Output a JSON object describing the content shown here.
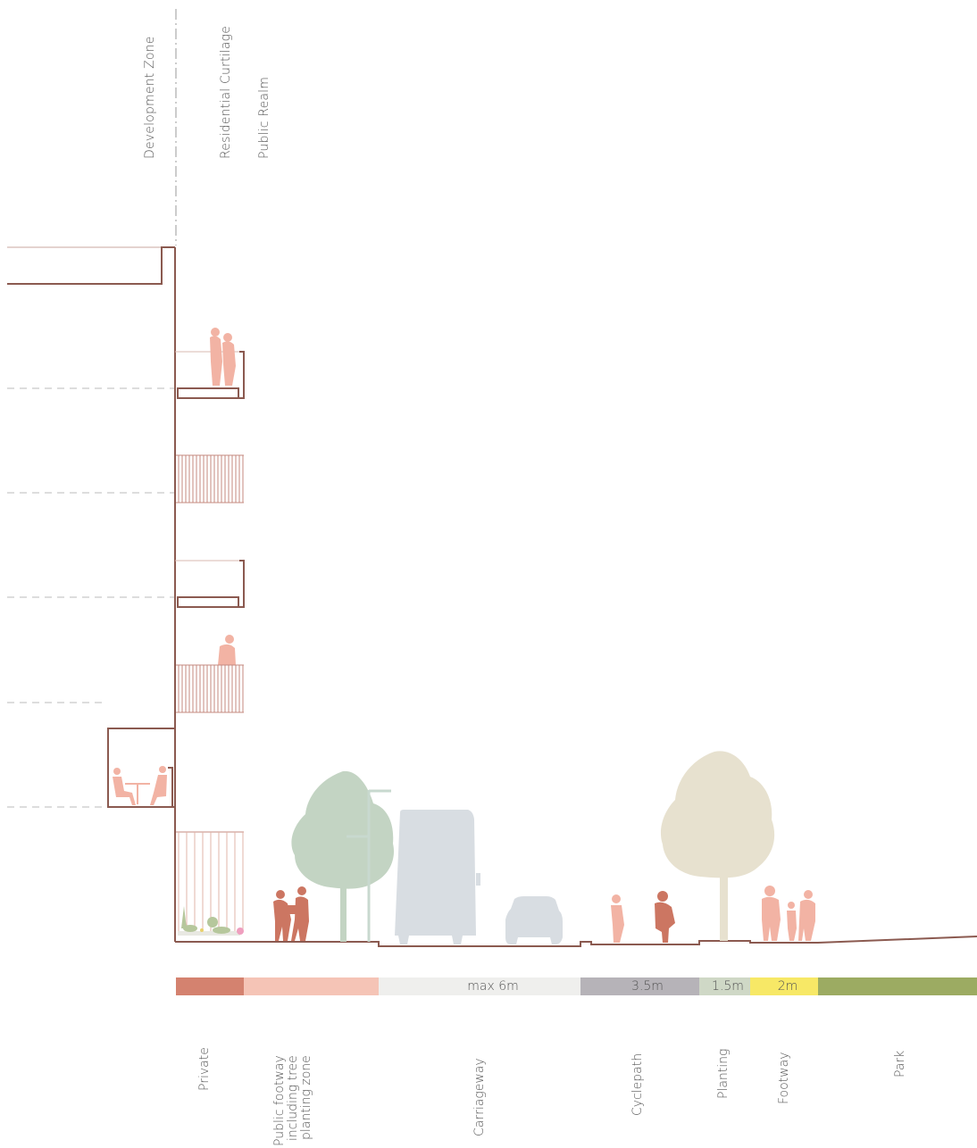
{
  "header_labels": {
    "development_zone": "Development Zone",
    "residential_curtilage": "Residential Curtilage",
    "public_realm": "Public Realm"
  },
  "bands": [
    {
      "id": "private",
      "label": "",
      "color": "#d4826f"
    },
    {
      "id": "public-footway",
      "label": "",
      "color": "#f5c4b6"
    },
    {
      "id": "carriageway",
      "label": "max 6m",
      "color": "#efefed"
    },
    {
      "id": "cyclepath",
      "label": "3.5m",
      "color": "#b6b3b8"
    },
    {
      "id": "planting",
      "label": "1.5m",
      "color": "#cfd8c6"
    },
    {
      "id": "footway",
      "label": "2m",
      "color": "#f7e866"
    },
    {
      "id": "park",
      "label": "",
      "color": "#9cab62"
    }
  ],
  "zone_labels": {
    "private": "Private",
    "public_footway": "Public footway\nincluding tree\nplanting zone",
    "carriageway": "Carriageway",
    "cyclepath": "Cyclepath",
    "planting": "Planting",
    "footway": "Footway",
    "park": "Park"
  },
  "colors": {
    "structure": "#8b5a50",
    "person_light": "#f2b3a4",
    "person_dark": "#cc7662",
    "street_tree": "#c3d4c3",
    "park_tree": "#e7e1cf",
    "vehicle": "#d8dde2"
  }
}
